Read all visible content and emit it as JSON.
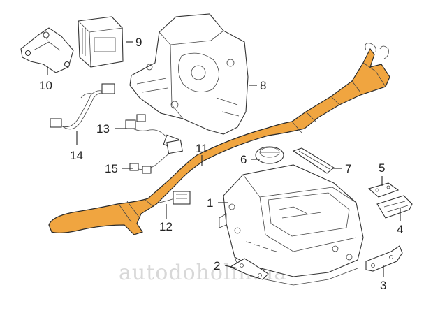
{
  "watermark": "autodoholin.ua",
  "accent_color": "#f0a540",
  "callouts": [
    {
      "id": "1",
      "label": "1"
    },
    {
      "id": "2",
      "label": "2"
    },
    {
      "id": "3",
      "label": "3"
    },
    {
      "id": "4",
      "label": "4"
    },
    {
      "id": "5",
      "label": "5"
    },
    {
      "id": "6",
      "label": "6"
    },
    {
      "id": "7",
      "label": "7"
    },
    {
      "id": "8",
      "label": "8"
    },
    {
      "id": "9",
      "label": "9"
    },
    {
      "id": "10",
      "label": "10"
    },
    {
      "id": "11",
      "label": "11"
    },
    {
      "id": "12",
      "label": "12"
    },
    {
      "id": "13",
      "label": "13"
    },
    {
      "id": "14",
      "label": "14"
    },
    {
      "id": "15",
      "label": "15"
    }
  ]
}
